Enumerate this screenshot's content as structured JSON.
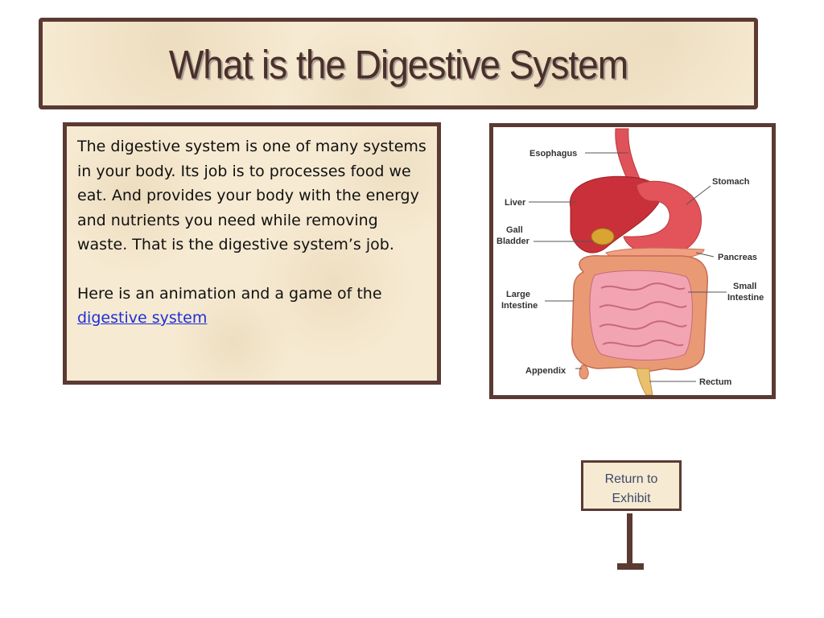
{
  "title": "What is the Digestive System",
  "text_box": {
    "paragraph_1": "The digestive system is one of many systems in your body. Its job is to processes food we eat. And provides your body with the energy and nutrients you need while removing waste. That is the digestive system’s job.",
    "paragraph_2_prefix": "Here is an animation and a game of the ",
    "link_text": "digestive system"
  },
  "diagram": {
    "labels": {
      "esophagus": "Esophagus",
      "stomach": "Stomach",
      "liver": "Liver",
      "gall": "Gall",
      "bladder": "Bladder",
      "pancreas": "Pancreas",
      "large": "Large",
      "intestine": "Intestine",
      "small": "Small",
      "small_intestine": "Intestine",
      "appendix": "Appendix",
      "rectum": "Rectum"
    }
  },
  "return_sign": {
    "line_1": "Return to",
    "line_2": "Exhibit"
  },
  "colors": {
    "frame_border": "#5b3a33",
    "parchment": "#f6ead2",
    "title_text": "#4a2f2a",
    "link": "#1f2fd6"
  }
}
